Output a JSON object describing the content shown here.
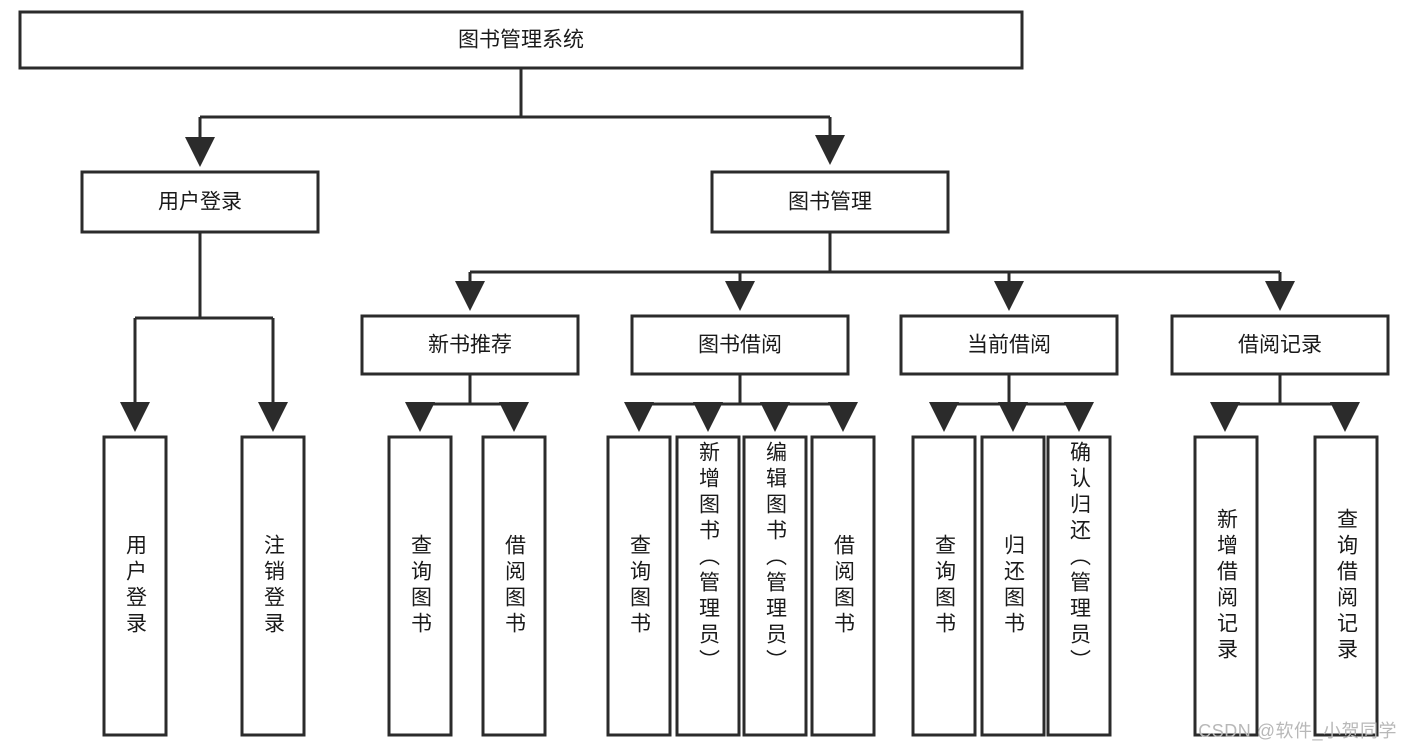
{
  "diagram": {
    "title": "图书管理系统",
    "type": "tree-hierarchy-diagram",
    "colors": {
      "stroke": "#2b2b2b",
      "fill": "#ffffff",
      "text": "#1a1a1a",
      "watermark": "#b8b8b8"
    },
    "root": {
      "label": "图书管理系统"
    },
    "level2": [
      {
        "label": "用户登录"
      },
      {
        "label": "图书管理"
      }
    ],
    "level3": [
      {
        "label": "新书推荐"
      },
      {
        "label": "图书借阅"
      },
      {
        "label": "当前借阅"
      },
      {
        "label": "借阅记录"
      }
    ],
    "leaves": {
      "user_login": [
        {
          "label": "用户登录"
        },
        {
          "label": "注销登录"
        }
      ],
      "new_book_recommend": [
        {
          "label": "查询图书"
        },
        {
          "label": "借阅图书"
        }
      ],
      "book_borrow": [
        {
          "label": "查询图书"
        },
        {
          "label": "新增图书（管理员）"
        },
        {
          "label": "编辑图书（管理员）"
        },
        {
          "label": "借阅图书"
        }
      ],
      "current_borrow": [
        {
          "label": "查询图书"
        },
        {
          "label": "归还图书"
        },
        {
          "label": "确认归还（管理员）"
        }
      ],
      "borrow_record": [
        {
          "label": "新增借阅记录"
        },
        {
          "label": "查询借阅记录"
        }
      ]
    }
  },
  "watermark": {
    "text": "CSDN @软件_小贺同学"
  }
}
